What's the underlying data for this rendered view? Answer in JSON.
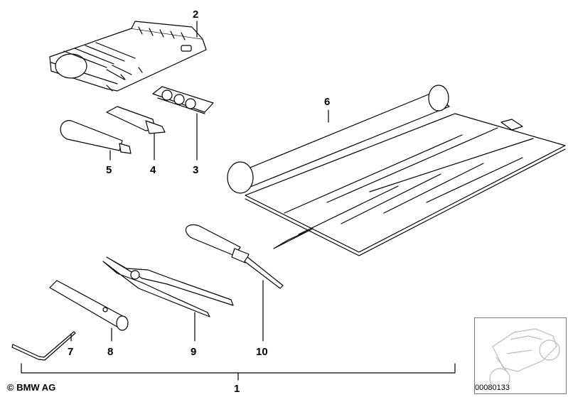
{
  "parts": [
    {
      "id": "1",
      "label": "1"
    },
    {
      "id": "2",
      "label": "2"
    },
    {
      "id": "3",
      "label": "3"
    },
    {
      "id": "4",
      "label": "4"
    },
    {
      "id": "5",
      "label": "5"
    },
    {
      "id": "6",
      "label": "6"
    },
    {
      "id": "7",
      "label": "7"
    },
    {
      "id": "8",
      "label": "8"
    },
    {
      "id": "9",
      "label": "9"
    },
    {
      "id": "10",
      "label": "10"
    }
  ],
  "footer": {
    "copyright": "© BMW AG",
    "diagram_number": "00080133"
  },
  "thumbnail": {
    "icon": "motorcycle-icon"
  }
}
